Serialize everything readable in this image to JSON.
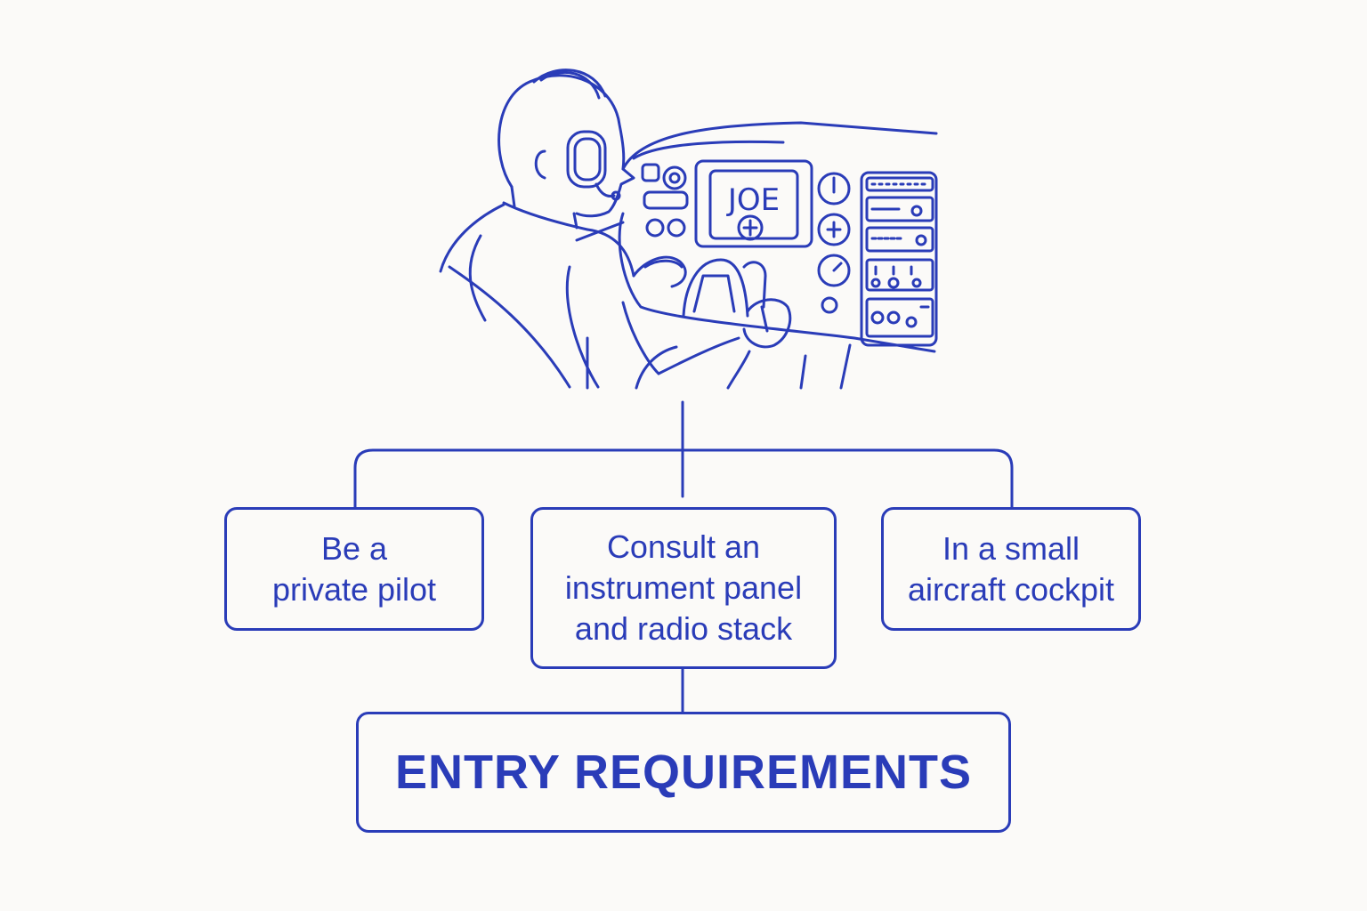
{
  "diagram": {
    "accent_color": "#2a3cb8",
    "background_color": "#fbfaf8",
    "illustration_icon": "pilot-in-cockpit-icon",
    "illustration_screen_text": "JOE",
    "nodes": {
      "left": "Be a\nprivate pilot",
      "center": "Consult an\ninstrument panel\nand radio stack",
      "right": "In a small\naircraft cockpit",
      "entry": "ENTRY REQUIREMENTS"
    }
  }
}
